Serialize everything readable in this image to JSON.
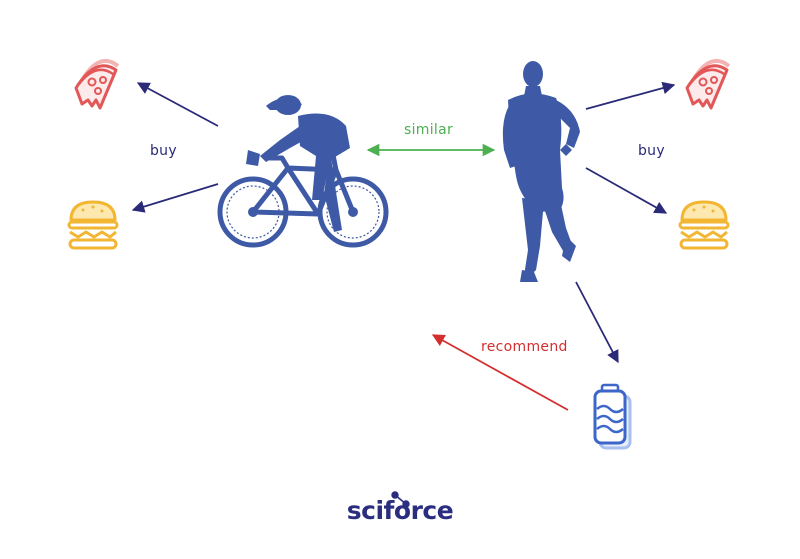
{
  "labels": {
    "buy_left": "buy",
    "buy_right": "buy",
    "similar": "similar",
    "recommend": "recommend"
  },
  "logo": {
    "text": "sciforce"
  },
  "colors": {
    "figure": "#3e5aa6",
    "arrow": "#2a2a78",
    "similar": "#4caf50",
    "recommend": "#d32f2f",
    "pizza": "#e25757",
    "burger": "#f2b632",
    "can": "#3c67c9",
    "logo": "#2b2d7f"
  },
  "icons": {
    "cyclist": "cyclist-icon",
    "runner": "runner-icon",
    "pizza": "pizza-icon",
    "burger": "burger-icon",
    "drink": "drink-can-icon"
  }
}
